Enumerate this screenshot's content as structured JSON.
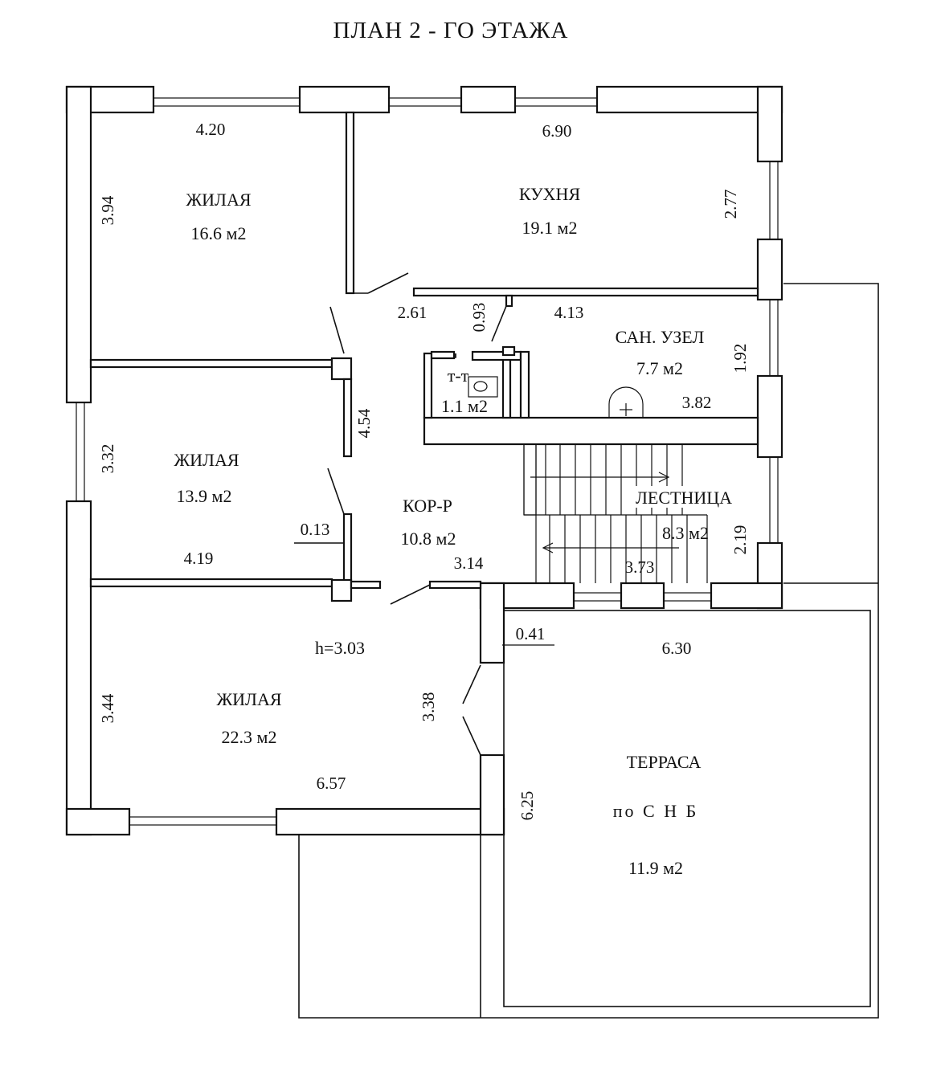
{
  "title": "ПЛАН 2 - ГО ЭТАЖА",
  "rooms": {
    "living_1": {
      "name": "ЖИЛАЯ",
      "area": "16.6 м2"
    },
    "kitchen": {
      "name": "КУХНЯ",
      "area": "19.1 м2"
    },
    "bathroom": {
      "name": "САН. УЗЕЛ",
      "area": "7.7 м2"
    },
    "toilet": {
      "name": "т-т",
      "area": "1.1 м2"
    },
    "living_2": {
      "name": "ЖИЛАЯ",
      "area": "13.9 м2"
    },
    "corridor": {
      "name": "КОР-Р",
      "area": "10.8 м2"
    },
    "stairs": {
      "name": "ЛЕСТНИЦА",
      "area": "8.3 м2"
    },
    "living_3": {
      "name": "ЖИЛАЯ",
      "area": "22.3 м2"
    },
    "terrace": {
      "name": "ТЕРРАСА",
      "note": "по С Н Б",
      "area": "11.9 м2"
    }
  },
  "ceiling_height": "h=3.03",
  "dimensions": {
    "living_1_width": "4.20",
    "living_1_depth": "3.94",
    "kitchen_width": "6.90",
    "kitchen_depth": "2.77",
    "corridor_top": "2.61",
    "passage": "0.93",
    "bathroom_width_top": "4.13",
    "bathroom_depth": "1.92",
    "bathroom_width_bottom": "3.82",
    "corridor_length": "4.54",
    "living_2_depth": "3.32",
    "partition": "0.13",
    "living_2_width": "4.19",
    "corridor_width": "3.14",
    "stairs_width": "3.73",
    "stairs_depth": "2.19",
    "wall_offset": "0.41",
    "terrace_width": "6.30",
    "living_3_depth_left": "3.44",
    "living_3_depth_right": "3.38",
    "living_3_width": "6.57",
    "terrace_depth": "6.25"
  },
  "colors": {
    "ink": "#111111",
    "paper": "#ffffff"
  }
}
